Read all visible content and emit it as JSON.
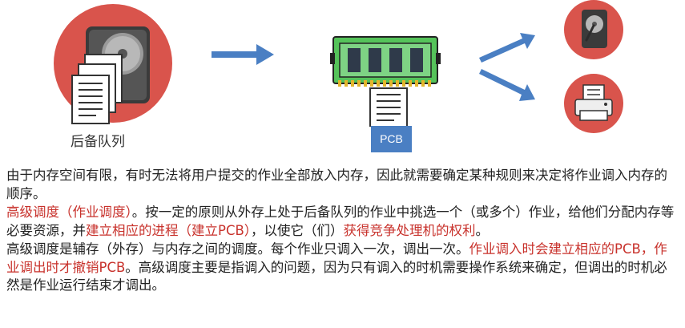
{
  "figure": {
    "backlog_caption": "后备队列",
    "pcb_label": "PCB",
    "icons": {
      "backlog": "hard-disk-with-documents-icon",
      "memory": "ram-module-icon",
      "job": "document-icon",
      "targets": [
        "hard-disk-icon",
        "printer-icon"
      ],
      "arrows": [
        "right-arrow-icon",
        "up-right-arrow-icon",
        "down-right-arrow-icon"
      ]
    }
  },
  "colors": {
    "accent_red": "#d9544c",
    "arrow_blue": "#4a7fc3",
    "emphasis_red": "#c8322c"
  },
  "text": {
    "p1": "由于内存空间有限，有时无法将用户提交的作业全部放入内存，因此就需要确定某种规则来决定将作业调入内存的顺序。",
    "p2": {
      "s1": "高级调度（作业调度）",
      "s2": "。按一定的原则从外存上处于后备队列的作业中挑选一个（或多个）作业，给他们分配内存等必要资源，并",
      "s3": "建立相应的进程（建立PCB）",
      "s4": "，以使它（们）",
      "s5": "获得竞争处理机的权利",
      "s6": "。"
    },
    "p3": {
      "s1": "高级调度是辅存（外存）与内存之间的调度。每个作业只调入一次，调出一次。",
      "s2": "作业调入时会建立相应的PCB，作业调出时才撤销PCB",
      "s3": "。高级调度主要是指调入的问题，因为只有调入的时机需要操作系统来确定，但调出的时机必然是作业运行结束才调出。"
    }
  }
}
